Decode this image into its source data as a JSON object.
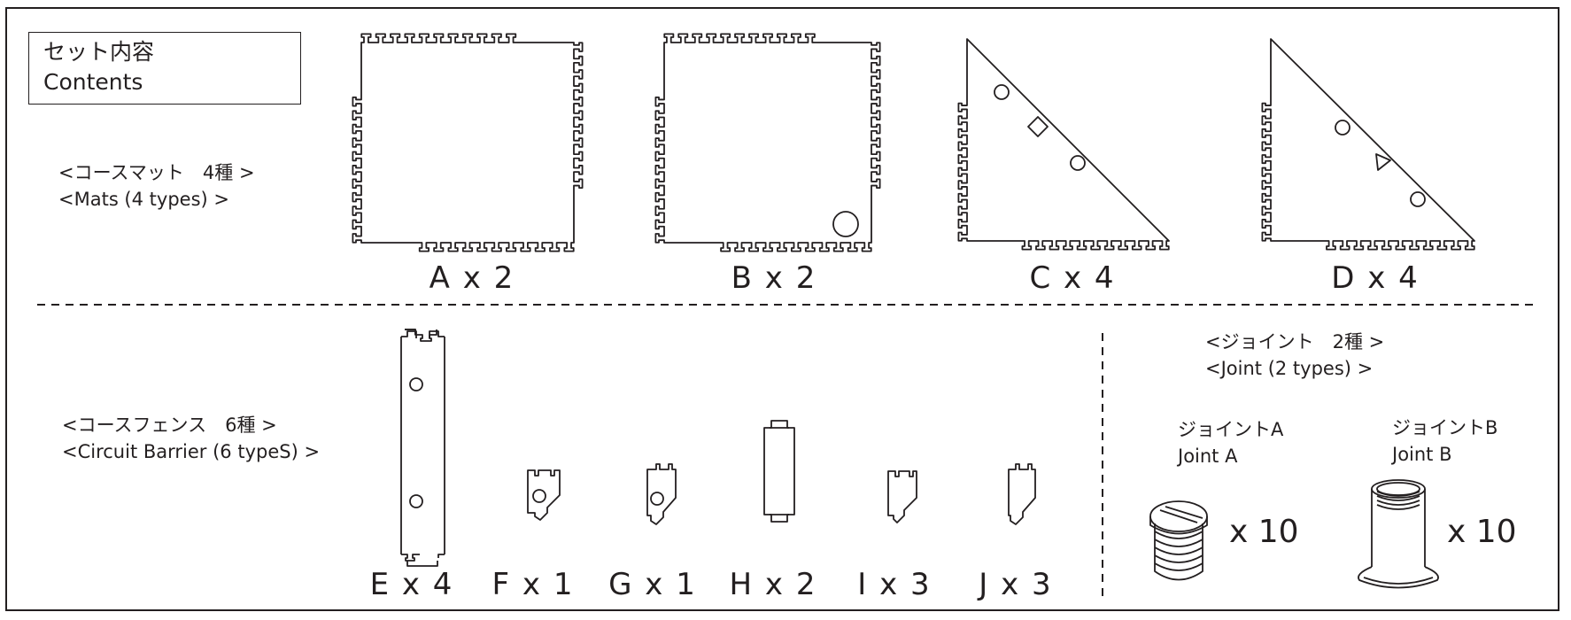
{
  "title_box": {
    "line_jp": "セット内容",
    "line_en": "Contents"
  },
  "mats": {
    "label_jp": "<コースマット　4種 >",
    "label_en": "<Mats (4 types) >",
    "items": [
      {
        "label": "A x 2",
        "shape": "square"
      },
      {
        "label": "B x 2",
        "shape": "square-with-circle"
      },
      {
        "label": "C x 4",
        "shape": "triangle-circle-diamond-circle"
      },
      {
        "label": "D x 4",
        "shape": "triangle-circle-triangle-circle"
      }
    ]
  },
  "barriers": {
    "label_jp": "<コースフェンス　6種 >",
    "label_en": "<Circuit Barrier (6 typeS) >",
    "items": [
      {
        "label": "E x 4"
      },
      {
        "label": "F x 1"
      },
      {
        "label": "G x 1"
      },
      {
        "label": "H x 2"
      },
      {
        "label": "I x 3"
      },
      {
        "label": "J x 3"
      }
    ]
  },
  "joints": {
    "label_jp": "<ジョイント　2種 >",
    "label_en": "<Joint (2 types) >",
    "items": [
      {
        "name_jp": "ジョイントA",
        "name_en": "Joint A",
        "qty": "x 10"
      },
      {
        "name_jp": "ジョイントB",
        "name_en": "Joint B",
        "qty": "x 10"
      }
    ]
  }
}
